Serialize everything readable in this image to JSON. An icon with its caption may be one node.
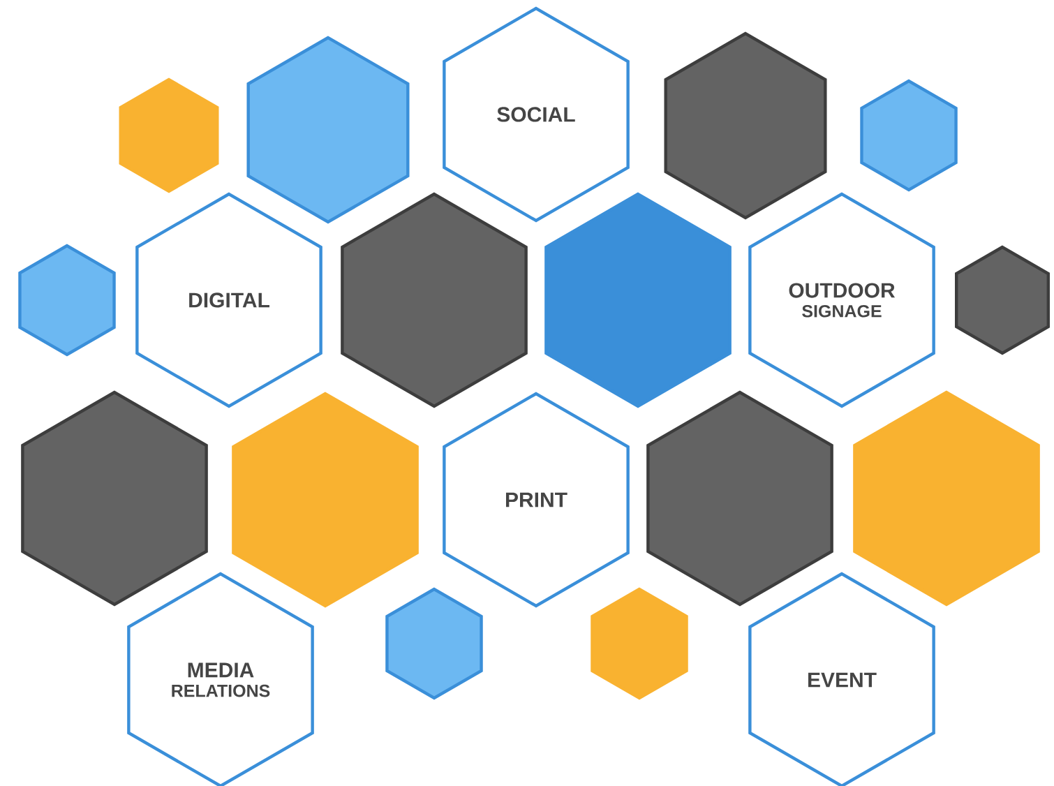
{
  "diagram": {
    "nodes": [
      {
        "text": [],
        "shape": "hexagon"
      },
      {
        "text": [],
        "shape": "hexagon"
      },
      {
        "text": [
          "SOCIAL"
        ]
      },
      {
        "text": [],
        "shape": "hexagon"
      },
      {
        "text": [],
        "shape": "hexagon"
      },
      {
        "text": [],
        "shape": "hexagon"
      },
      {
        "text": [
          "DIGITAL"
        ]
      },
      {
        "text": [],
        "shape": "hexagon"
      },
      {
        "text": [],
        "shape": "hexagon"
      },
      {
        "text": [
          "OUTDOOR",
          "SIGNAGE"
        ]
      },
      {
        "text": [],
        "shape": "hexagon"
      },
      {
        "text": [],
        "shape": "hexagon"
      },
      {
        "text": [],
        "shape": "hexagon"
      },
      {
        "text": [
          "PRINT"
        ]
      },
      {
        "text": [],
        "shape": "hexagon"
      },
      {
        "text": [],
        "shape": "hexagon"
      },
      {
        "text": [
          "MEDIA",
          "RELATIONS"
        ]
      },
      {
        "text": [],
        "shape": "hexagon"
      },
      {
        "text": [],
        "shape": "hexagon"
      },
      {
        "text": [
          "EVENT"
        ]
      }
    ]
  }
}
